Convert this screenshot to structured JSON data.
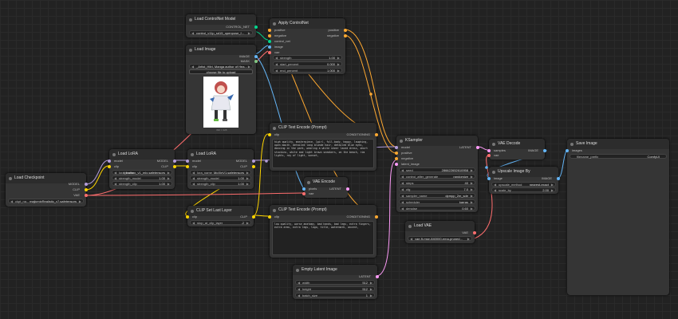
{
  "colors": {
    "model": "#b39ddb",
    "clip": "#ffd500",
    "vae": "#ff6e6e",
    "conditioning": "#ffa931",
    "latent": "#ff9cf9",
    "image": "#64b5f6",
    "control_net": "#00d78d",
    "int": "#29699c"
  },
  "nodes": {
    "load_controlnet": {
      "title": "Load ControlNet Model",
      "out_control_net": "CONTROL_NET",
      "widget_value": "control_v11p_sd15_openpose_f...",
      "arrow_left": "◀",
      "arrow_right": "▶"
    },
    "apply_controlnet": {
      "title": "Apply ControlNet",
      "in_positive": "positive",
      "in_negative": "negative",
      "in_control_net": "control_net",
      "in_image": "image",
      "in_vae": "vae",
      "out_positive": "positive",
      "out_negative": "negative",
      "w_strength_label": "strength",
      "w_strength_value": "1.00",
      "w_start_label": "start_percent",
      "w_start_value": "0.000",
      "w_end_label": "end_percent",
      "w_end_value": "1.000"
    },
    "load_image": {
      "title": "Load Image",
      "out_image": "IMAGE",
      "out_mask": "MASK",
      "image_value": "_Artist_Hitri, Manga author of Hea...",
      "upload_button": "choose file to upload",
      "image_caption": "390 × 428"
    },
    "clip_text_pos": {
      "title": "CLIP Text Encode (Prompt)",
      "in_clip": "clip",
      "out_conditioning": "CONDITIONING",
      "text": "high quality, masterpiece, 1girl, full-body, happy, laughing, open mouth, detailed long blonde hair, detailed blue eyes,  dancing in the park, wearing a white sheer laced dress, short stockins, white and light brown sneakers, on the beach, rim lights, ray of light, sunset,"
    },
    "clip_text_neg": {
      "title": "CLIP Text Encode (Prompt)",
      "in_clip": "clip",
      "out_conditioning": "CONDITIONING",
      "text": "low quality, worse anatomy, bad hands, bad legs, extra fingers, extra arms, extra legs, logo, title, watermark, ancent,"
    },
    "load_lora_1": {
      "title": "Load LoRA",
      "in_model": "model",
      "in_clip": "clip",
      "out_model": "MODEL",
      "out_clip": "CLIP",
      "w_name_label": "lora_name",
      "w_name_value": "blindbox_v1_mix.safetensors",
      "w_strength_model_label": "strength_model",
      "w_strength_model_value": "1.00",
      "w_strength_clip_label": "strength_clip",
      "w_strength_clip_value": "1.00"
    },
    "load_lora_2": {
      "title": "Load LoRA",
      "in_model": "model",
      "in_clip": "clip",
      "out_model": "MODEL",
      "out_clip": "CLIP",
      "w_name_label": "lora_name",
      "w_name_value": "MoXinV1.safetensors",
      "w_strength_model_label": "strength_model",
      "w_strength_model_value": "1.00",
      "w_strength_clip_label": "strength_clip",
      "w_strength_clip_value": "1.00"
    },
    "load_checkpoint": {
      "title": "Load Checkpoint",
      "out_model": "MODEL",
      "out_clip": "CLIP",
      "out_vae": "VAE",
      "w_name_label": "ckpt_na...",
      "w_name_value": "majicmixRealistic_v7.safetensors"
    },
    "clip_set_last_layer": {
      "title": "CLIP Set Last Layer",
      "in_clip": "clip",
      "out_clip": "CLIP",
      "w_label": "stop_at_clip_layer",
      "w_value": "-2"
    },
    "vae_encode": {
      "title": "VAE Encode",
      "in_pixels": "pixels",
      "in_vae": "vae",
      "out_latent": "LATENT"
    },
    "empty_latent": {
      "title": "Empty Latent Image",
      "out_latent": "LATENT",
      "w_width_label": "width",
      "w_width_value": "512",
      "w_height_label": "height",
      "w_height_value": "512",
      "w_batch_label": "batch_size",
      "w_batch_value": "1"
    },
    "ksampler": {
      "title": "KSampler",
      "in_model": "model",
      "in_positive": "positive",
      "in_negative": "negative",
      "in_latent": "latent_image",
      "out_latent": "LATENT",
      "widgets": [
        {
          "label": "seed",
          "value": "286622652610958"
        },
        {
          "label": "control_after_generate",
          "value": "randomize"
        },
        {
          "label": "steps",
          "value": "40"
        },
        {
          "label": "cfg",
          "value": "7.0"
        },
        {
          "label": "sampler_name",
          "value": "dpmpp_2m_sde"
        },
        {
          "label": "scheduler",
          "value": "karras"
        },
        {
          "label": "denoise",
          "value": "0.60"
        }
      ]
    },
    "load_vae": {
      "title": "Load VAE",
      "out_vae": "VAE",
      "w_value": "vae-ft-mse-840000-ema-pruned..."
    },
    "vae_decode": {
      "title": "VAE Decode",
      "in_samples": "samples",
      "in_vae": "vae",
      "out_image": "IMAGE"
    },
    "upscale_image": {
      "title": "Upscale Image By",
      "in_image": "image",
      "out_image": "IMAGE",
      "w_method_label": "upscale_method",
      "w_method_value": "nearest-exact",
      "w_scale_label": "scale_by",
      "w_scale_value": "2.00"
    },
    "save_image": {
      "title": "Save Image",
      "in_images": "images",
      "w_label": "filename_prefix",
      "w_value": "ComfyUI"
    }
  }
}
